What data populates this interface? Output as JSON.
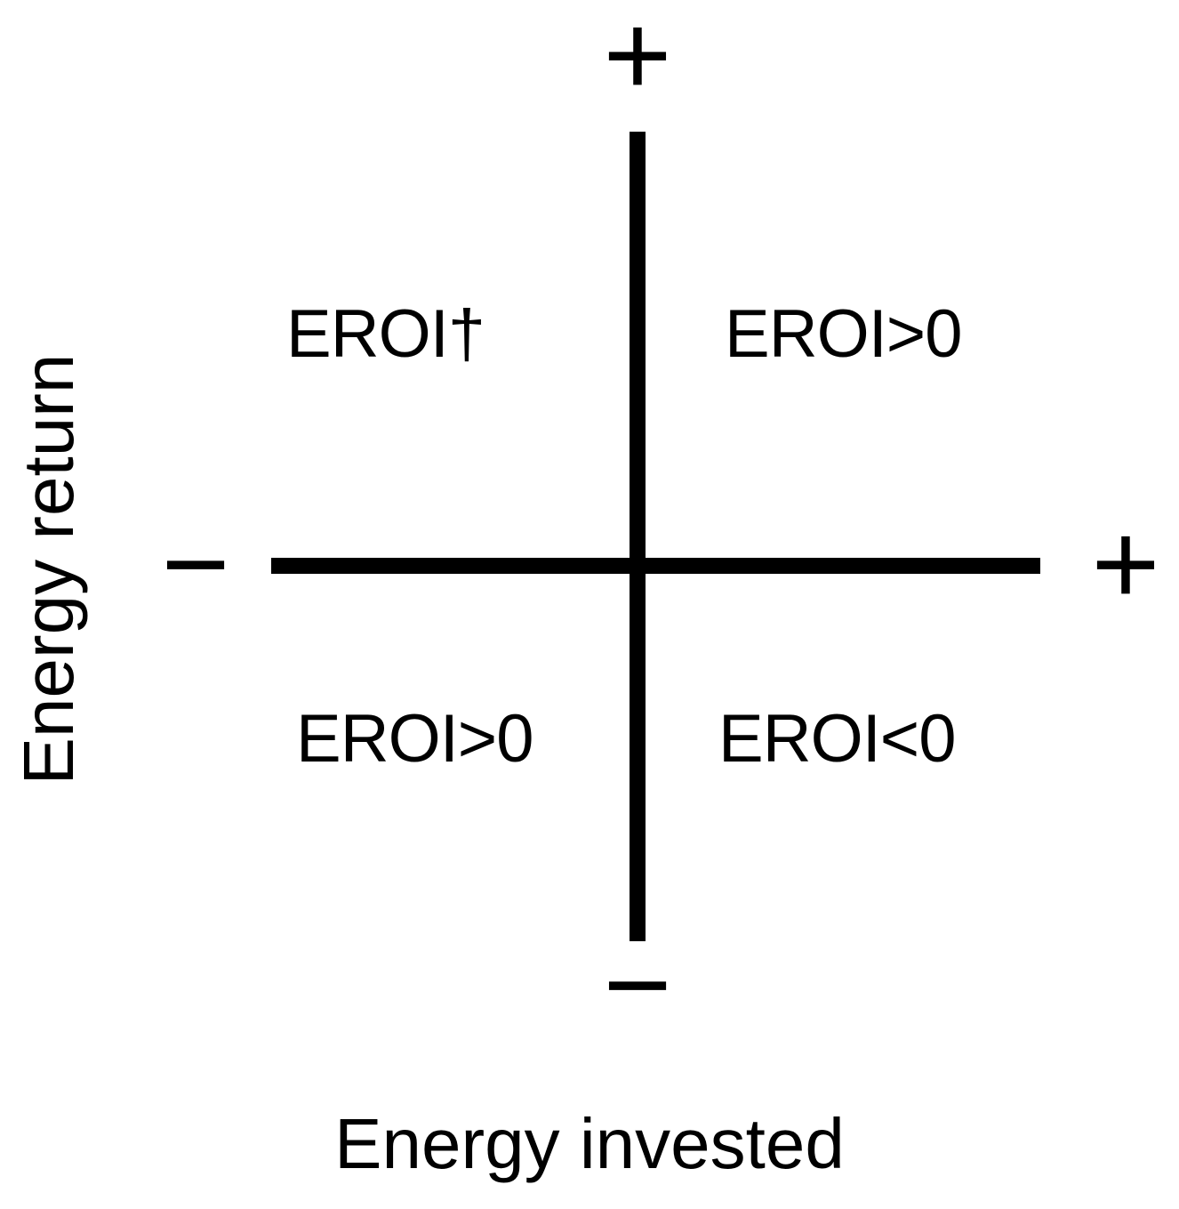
{
  "figure": {
    "type": "quadrant-diagram",
    "background_color": "#ffffff",
    "line_color": "#000000"
  },
  "axes": {
    "x_title": "Energy invested",
    "y_title": "Energy return",
    "signs": {
      "top": "+",
      "right": "+",
      "left": "−",
      "bottom": "−"
    }
  },
  "quadrants": [
    {
      "position": "top-left",
      "label": "EROI†"
    },
    {
      "position": "top-right",
      "label": "EROI>0"
    },
    {
      "position": "bottom-left",
      "label": "EROI>0"
    },
    {
      "position": "bottom-right",
      "label": "EROI<0"
    }
  ],
  "chart_data": {
    "type": "scatter",
    "title": "",
    "xlabel": "Energy invested",
    "ylabel": "Energy return",
    "xlim": [
      -1,
      1
    ],
    "ylim": [
      -1,
      1
    ],
    "grid": false,
    "legend": null,
    "annotations": [
      {
        "x": -0.5,
        "y": 0.5,
        "text": "EROI†",
        "quadrant": "II"
      },
      {
        "x": 0.5,
        "y": 0.5,
        "text": "EROI>0",
        "quadrant": "I"
      },
      {
        "x": -0.5,
        "y": -0.5,
        "text": "EROI>0",
        "quadrant": "III"
      },
      {
        "x": 0.5,
        "y": -0.5,
        "text": "EROI<0",
        "quadrant": "IV"
      }
    ],
    "axis_sign_marks": [
      {
        "axis": "y",
        "side": "positive",
        "text": "+"
      },
      {
        "axis": "y",
        "side": "negative",
        "text": "−"
      },
      {
        "axis": "x",
        "side": "positive",
        "text": "+"
      },
      {
        "axis": "x",
        "side": "negative",
        "text": "−"
      }
    ]
  }
}
